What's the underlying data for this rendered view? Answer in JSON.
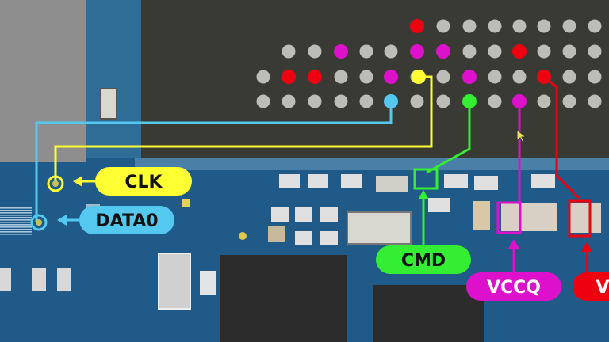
{
  "colors": {
    "board": "#1e4f7a",
    "chip": "#3a3a34",
    "pad": "#c8c8c8",
    "clk": "#ffff33",
    "data0": "#55c8f0",
    "cmd": "#33ee33",
    "vccq": "#dd11cc",
    "vcc": "#ee0011"
  },
  "labels": {
    "clk": "CLK",
    "data0": "DATA0",
    "cmd": "CMD",
    "vccq": "VCCQ",
    "vcc": "V"
  },
  "icons": {
    "cursor": "mouse-pointer-icon"
  }
}
